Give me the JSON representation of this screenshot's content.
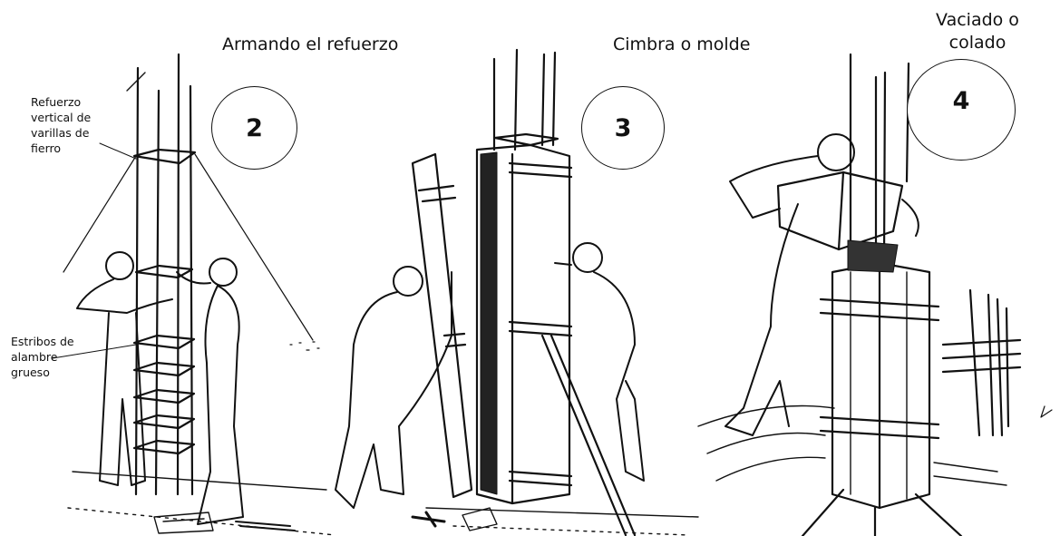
{
  "captions": {
    "step2_title": "Armando el refuerzo",
    "step3_title": "Cimbra o molde",
    "step4_title": "Vaciado o\ncolado"
  },
  "annotations": {
    "vertical_reinforcement": "Refuerzo\nvertical de\nvarillas de\nfierro",
    "stirrups": "Estribos de\nalambre\ngrueso"
  },
  "steps": [
    {
      "number": "2"
    },
    {
      "number": "3"
    },
    {
      "number": "4"
    }
  ]
}
